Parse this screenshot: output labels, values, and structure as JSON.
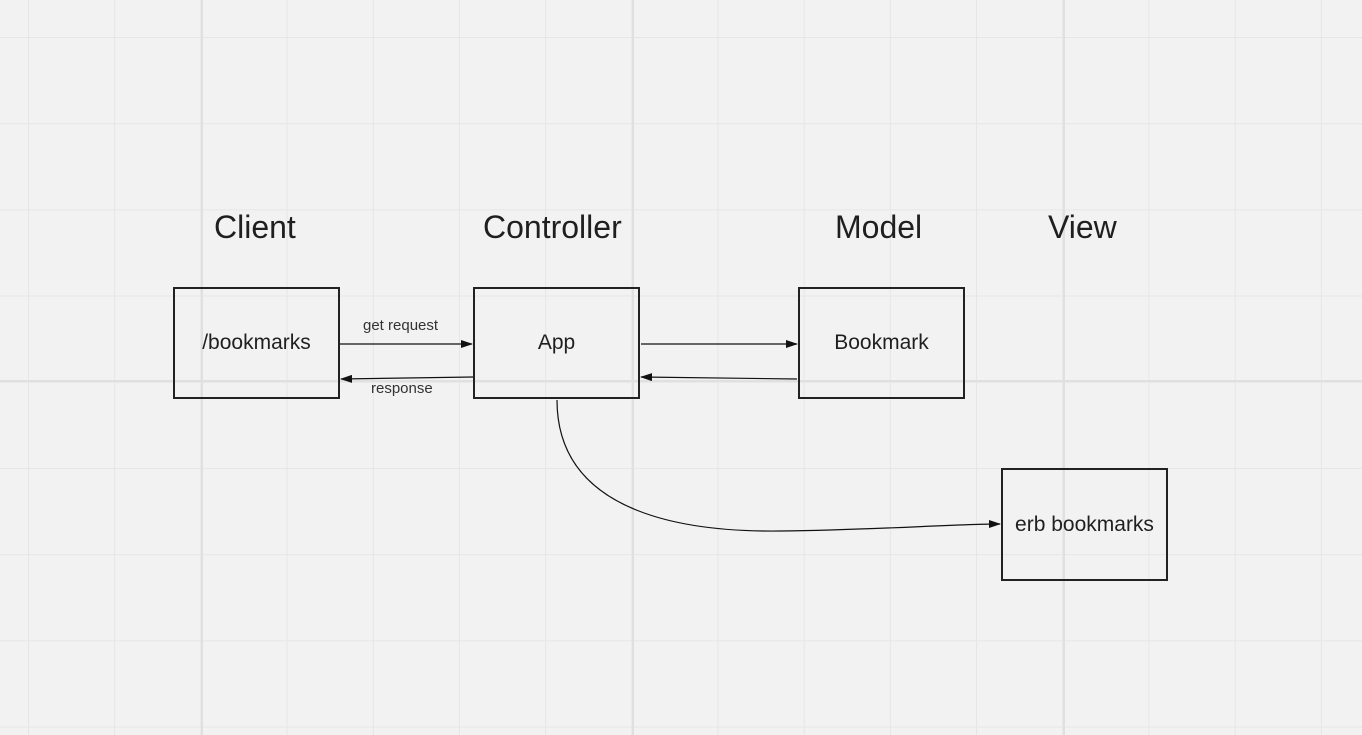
{
  "headings": {
    "client": "Client",
    "controller": "Controller",
    "model": "Model",
    "view": "View"
  },
  "nodes": {
    "client_box": "/bookmarks",
    "controller_box": "App",
    "model_box": "Bookmark",
    "view_box": "erb bookmarks"
  },
  "edges": {
    "request_label": "get request",
    "response_label": "response"
  },
  "colors": {
    "canvas": "#f2f2f2",
    "grid": "#e6e6e6",
    "stroke": "#222222"
  }
}
